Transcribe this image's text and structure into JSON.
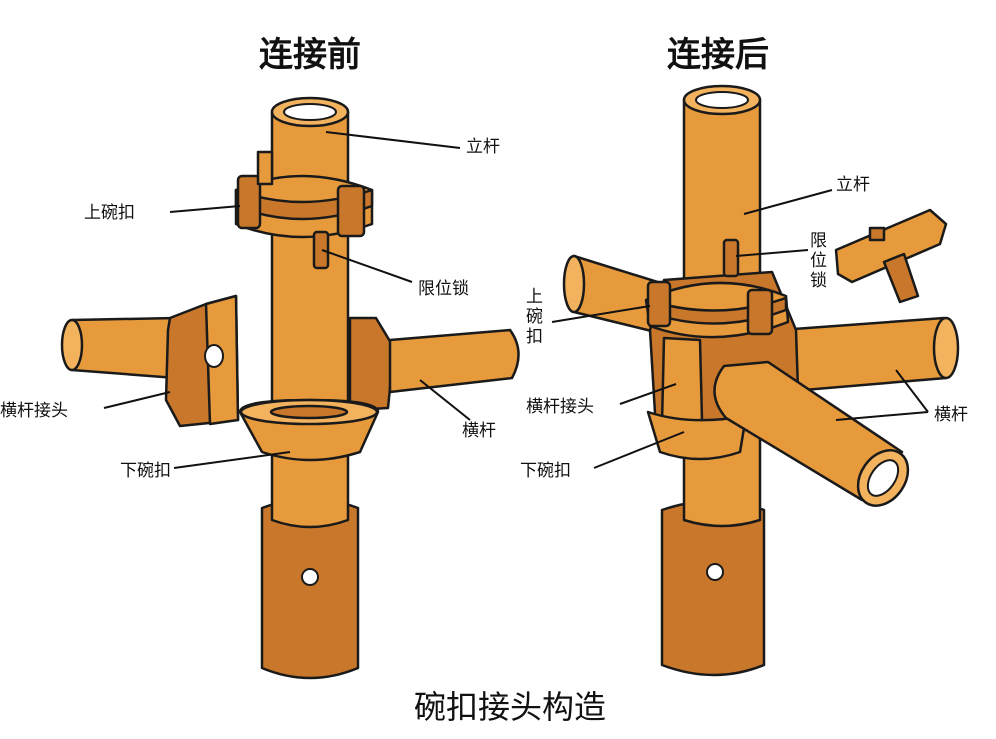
{
  "headings": {
    "before": "连接前",
    "after": "连接后"
  },
  "caption": "碗扣接头构造",
  "labels_before": {
    "upright": "立杆",
    "upper_bowl": "上碗扣",
    "limit_lock": "限位锁",
    "ledger_joint": "横杆接头",
    "ledger": "横杆",
    "lower_bowl": "下碗扣"
  },
  "labels_after": {
    "upright": "立杆",
    "limit_lock": [
      "限",
      "位",
      "锁"
    ],
    "upper_bowl": [
      "上",
      "碗",
      "扣"
    ],
    "ledger_joint": "横杆接头",
    "lower_bowl": "下碗扣",
    "ledger": "横杆"
  },
  "colors": {
    "steel": "#E79A3C",
    "shadow": "#C9772A",
    "highlight": "#F2B25E",
    "outline": "#1a1a1a"
  }
}
